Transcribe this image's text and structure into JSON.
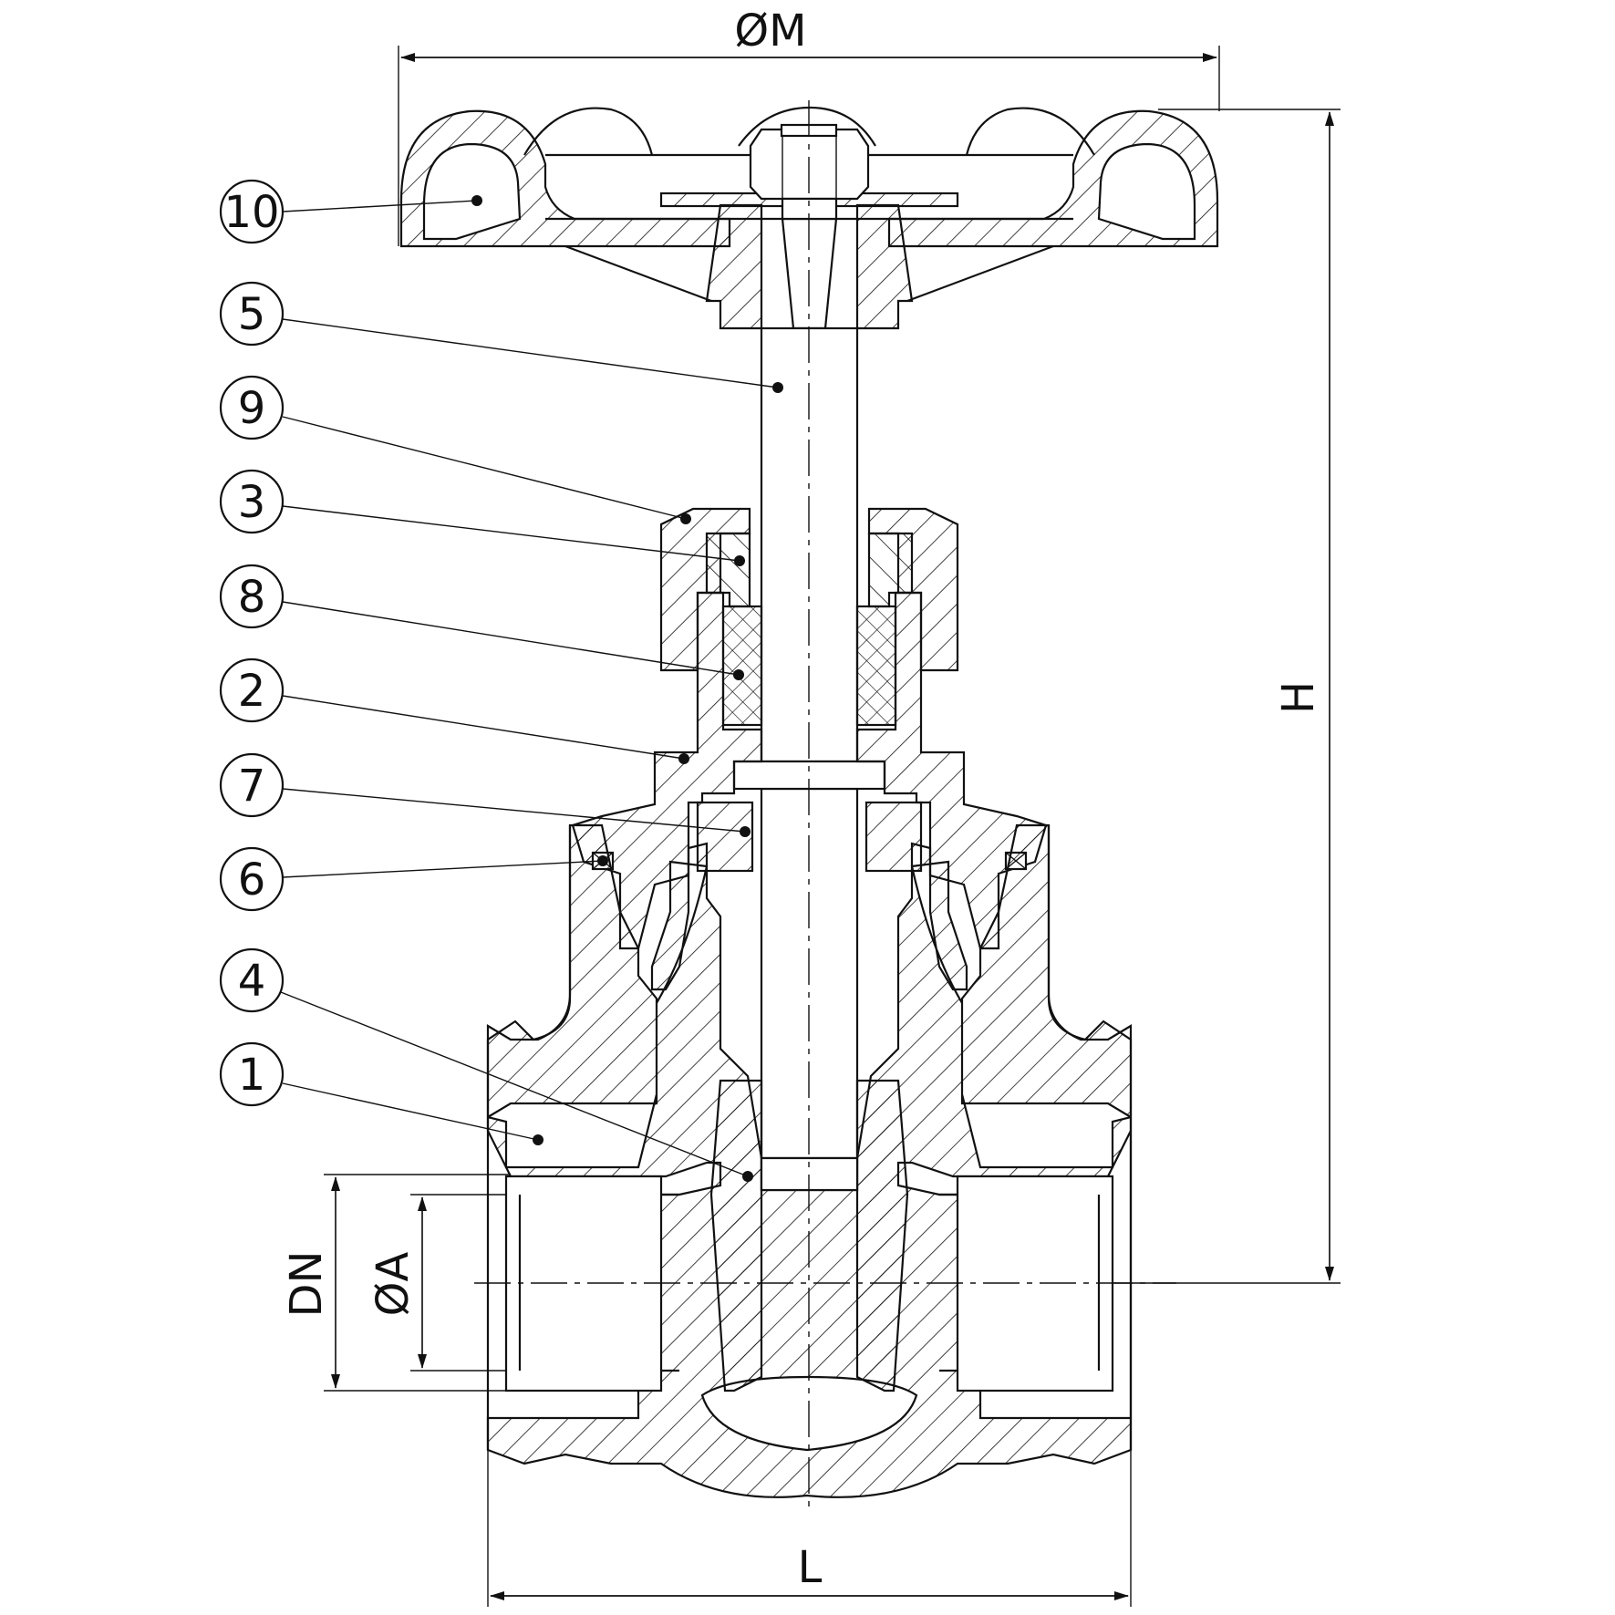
{
  "dimensions": {
    "diameter_m": "ØM",
    "height": "H",
    "nominal_diameter": "DN",
    "diameter_a": "ØA",
    "length": "L"
  },
  "parts": [
    {
      "number": "10"
    },
    {
      "number": "5"
    },
    {
      "number": "9"
    },
    {
      "number": "3"
    },
    {
      "number": "8"
    },
    {
      "number": "2"
    },
    {
      "number": "7"
    },
    {
      "number": "6"
    },
    {
      "number": "4"
    },
    {
      "number": "1"
    }
  ]
}
